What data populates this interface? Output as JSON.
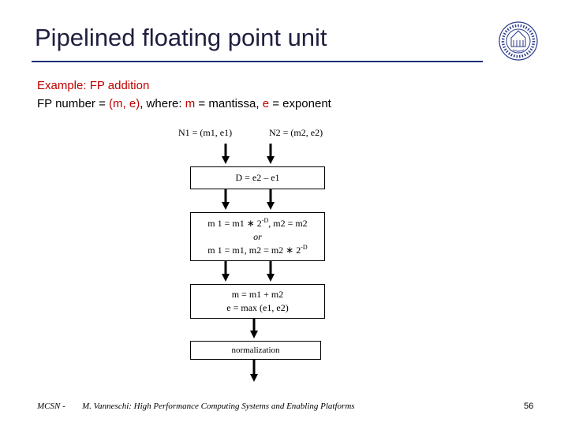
{
  "slide": {
    "title": "Pipelined floating point unit",
    "subtitle": "Example: FP addition",
    "definition": {
      "part1": "FP number = ",
      "pair": "(m, e)",
      "part2": ", where: ",
      "m": "m",
      "part3": " = mantissa, ",
      "e": "e",
      "part4": " = exponent"
    }
  },
  "diagram": {
    "input1": "N1 = (m1, e1)",
    "input2": "N2 = (m2, e2)",
    "stage1": "D = e2 – e1",
    "stage2": {
      "line1_a": "m 1 = m1 ∗ 2",
      "line1_sup": "-D",
      "line1_b": ", m2 = m2",
      "or": "or",
      "line2_a": "m 1 = m1,  m2 = m2 ∗ 2",
      "line2_sup": "-D"
    },
    "stage3": {
      "line1": "m = m1 + m2",
      "line2": "e = max (e1, e2)"
    },
    "stage4": "normalization"
  },
  "footer": {
    "left": "MCSN  -",
    "citation": "M. Vanneschi: High Performance Computing Systems and Enabling Platforms",
    "page": "56"
  },
  "colors": {
    "title": "#1f1f3f",
    "rule": "#1f2f6f",
    "accent_red": "#c00000"
  },
  "logo": {
    "icon": "university-seal-icon"
  }
}
